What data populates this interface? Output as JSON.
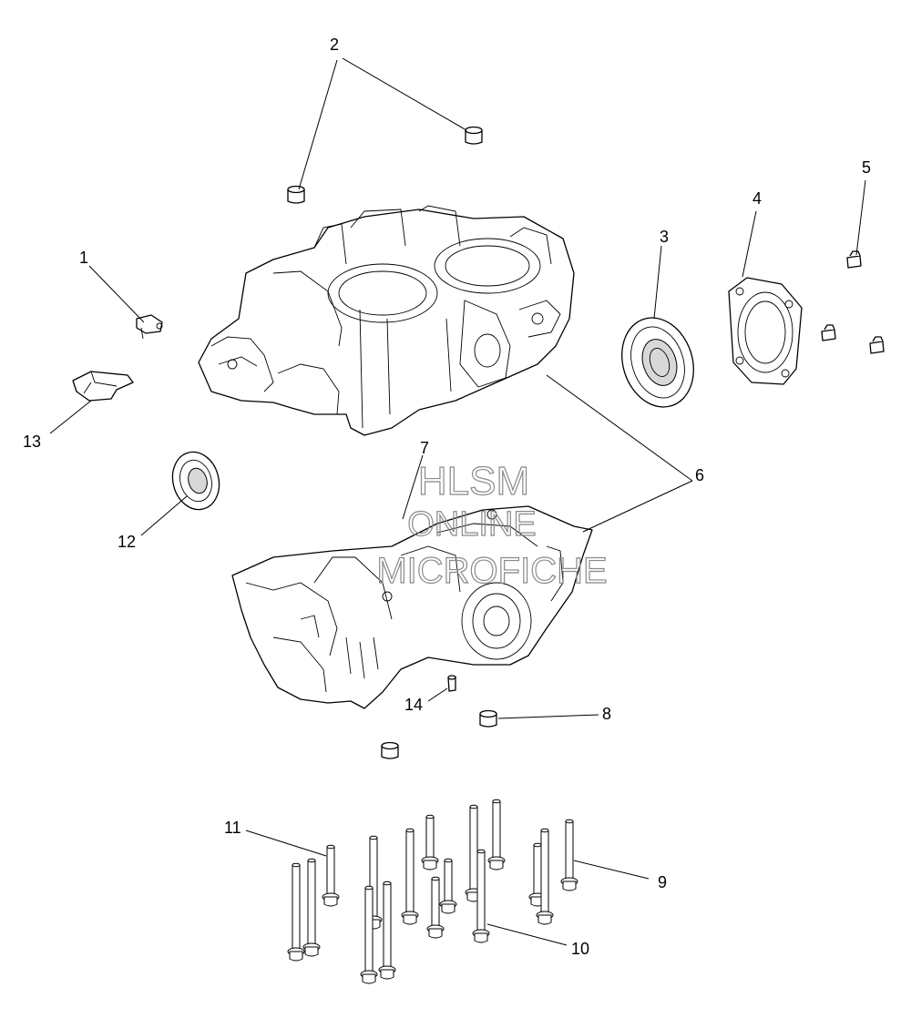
{
  "callouts": {
    "c1": "1",
    "c2": "2",
    "c3": "3",
    "c4": "4",
    "c5": "5",
    "c6": "6",
    "c7": "7",
    "c8": "8",
    "c9": "9",
    "c10": "10",
    "c11": "11",
    "c12": "12",
    "c13": "13",
    "c14": "14"
  },
  "watermark": {
    "line1": "HLSM",
    "line2": "ONLINE",
    "line3": "MICROFICHE"
  },
  "colors": {
    "ink": "#000000",
    "watermark": "#8a8a8a",
    "background": "#ffffff"
  }
}
